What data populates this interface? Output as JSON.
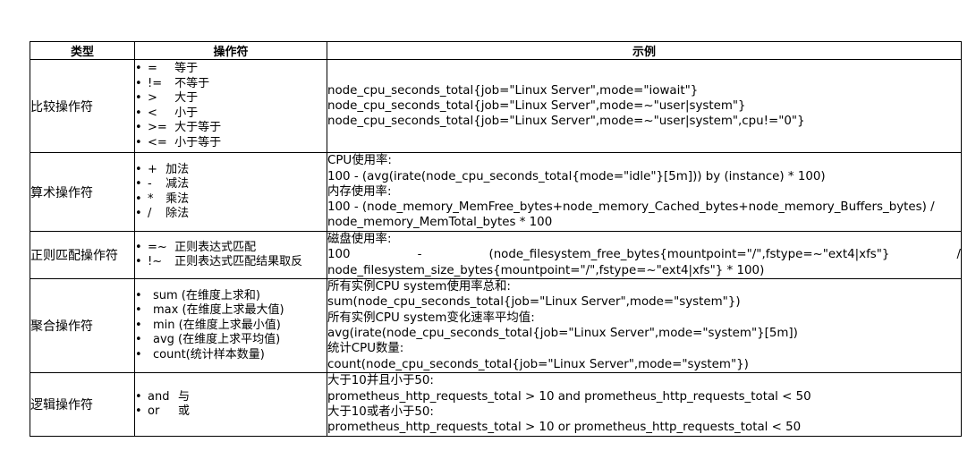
{
  "headers": {
    "type": "类型",
    "operator": "操作符",
    "example": "示例"
  },
  "rows": [
    {
      "type": "比较操作符",
      "ops": [
        {
          "sym": "=",
          "desc": "等于"
        },
        {
          "sym": "!=",
          "desc": "不等于"
        },
        {
          "sym": ">",
          "desc": "大于"
        },
        {
          "sym": "<",
          "desc": "小于"
        },
        {
          "sym": ">=",
          "desc": "大于等于"
        },
        {
          "sym": "<=",
          "desc": "小于等于"
        }
      ],
      "examples": [
        "node_cpu_seconds_total{job=\"Linux Server\",mode=\"iowait\"}",
        "node_cpu_seconds_total{job=\"Linux Server\",mode=~\"user|system\"}",
        "node_cpu_seconds_total{job=\"Linux Server\",mode=~\"user|system\",cpu!=\"0\"}"
      ]
    },
    {
      "type": "算术操作符",
      "ops": [
        {
          "sym": "+",
          "desc": "加法"
        },
        {
          "sym": "-",
          "desc": "减法"
        },
        {
          "sym": "*",
          "desc": "乘法"
        },
        {
          "sym": "/",
          "desc": "除法"
        }
      ],
      "examples": [
        "CPU使用率:",
        "100 - (avg(irate(node_cpu_seconds_total{mode=\"idle\"}[5m])) by (instance) * 100)",
        "内存使用率:",
        "100 - (node_memory_MemFree_bytes+node_memory_Cached_bytes+node_memory_Buffers_bytes) /",
        "node_memory_MemTotal_bytes * 100"
      ]
    },
    {
      "type": "正则匹配操作符",
      "ops": [
        {
          "sym": "=~",
          "desc": "正则表达式匹配"
        },
        {
          "sym": "!~",
          "desc": "正则表达式匹配结果取反"
        }
      ],
      "examples": [
        "磁盘使用率:",
        "100",
        "-",
        "(node_filesystem_free_bytes{mountpoint=\"/\",fstype=~\"ext4|xfs\"}",
        "/",
        "node_filesystem_size_bytes{mountpoint=\"/\",fstype=~\"ext4|xfs\"} * 100)"
      ]
    },
    {
      "type": "聚合操作符",
      "ops": [
        {
          "sym": "",
          "desc": "sum (在维度上求和)"
        },
        {
          "sym": "",
          "desc": "max (在维度上求最大值)"
        },
        {
          "sym": "",
          "desc": "min (在维度上求最小值)"
        },
        {
          "sym": "",
          "desc": "avg (在维度上求平均值)"
        },
        {
          "sym": "",
          "desc": "count(统计样本数量)"
        }
      ],
      "examples": [
        "所有实例CPU system使用率总和:",
        "sum(node_cpu_seconds_total{job=\"Linux Server\",mode=\"system\"})",
        "所有实例CPU system变化速率平均值:",
        "avg(irate(node_cpu_seconds_total{job=\"Linux Server\",mode=\"system\"}[5m])",
        "统计CPU数量:",
        "count(node_cpu_seconds_total{job=\"Linux Server\",mode=\"system\"})"
      ]
    },
    {
      "type": "逻辑操作符",
      "ops": [
        {
          "sym": "and",
          "desc": "与"
        },
        {
          "sym": "or",
          "desc": "或"
        }
      ],
      "examples": [
        "大于10并且小于50:",
        "prometheus_http_requests_total > 10 and prometheus_http_requests_total < 50",
        "大于10或者小于50:",
        "prometheus_http_requests_total > 10 or prometheus_http_requests_total < 50"
      ]
    }
  ]
}
